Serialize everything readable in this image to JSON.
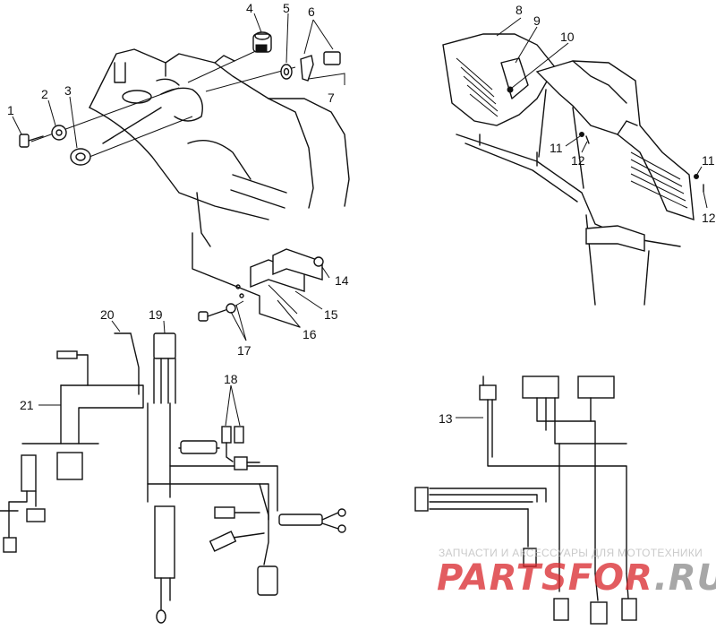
{
  "callouts": {
    "c1": "1",
    "c2": "2",
    "c3": "3",
    "c4": "4",
    "c5": "5",
    "c6": "6",
    "c7": "7",
    "c8": "8",
    "c9": "9",
    "c10": "10",
    "c11a": "11",
    "c12a": "12",
    "c11b": "11",
    "c12b": "12",
    "c13": "13",
    "c14": "14",
    "c15": "15",
    "c16": "16",
    "c17": "17",
    "c18": "18",
    "c19": "19",
    "c20": "20",
    "c21": "21"
  },
  "watermark": {
    "tagline": "ЗАПЧАСТИ И АКСЕССУАРЫ ДЛЯ МОТОТЕХНИКИ",
    "brand": "PARTSFOR.RU",
    "brand_color": "#d9262c",
    "gray_color": "#8a8a8a"
  }
}
